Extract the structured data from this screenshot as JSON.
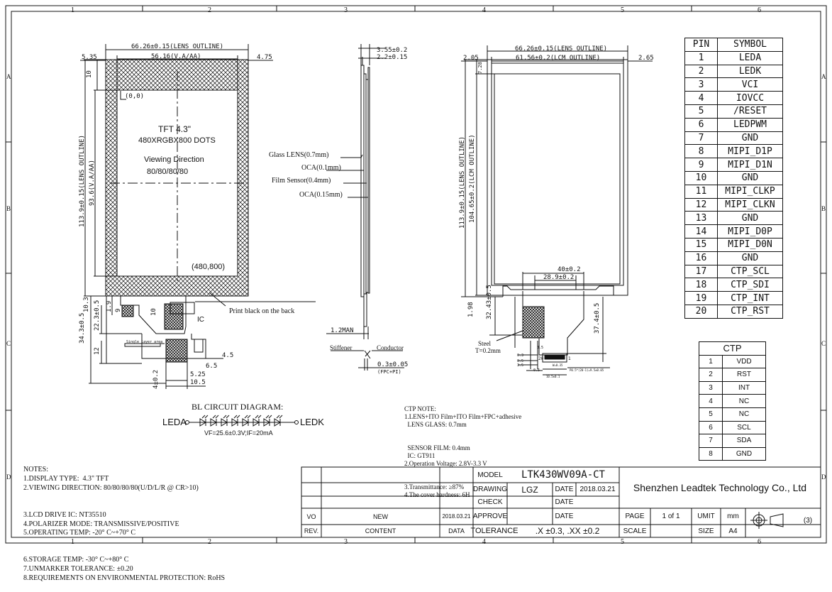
{
  "grid": {
    "cols": [
      "1",
      "2",
      "3",
      "4",
      "5",
      "6"
    ],
    "rows": [
      "A",
      "B",
      "C",
      "D"
    ]
  },
  "front_view": {
    "lens_outline": "66.26±0.15(LENS OUTLINE)",
    "va_aa": "56.16(V.A/AA)",
    "left_margin": "5.35",
    "right_margin": "4.75",
    "top_dim": "10",
    "origin": "(0,0)",
    "tft_size": "TFT 4.3\"",
    "resolution": "480XRGBX800 DOTS",
    "viewing_label": "Viewing Direction",
    "viewing_value": "80/80/80/80",
    "end_point": "(480,800)",
    "height_lens": "113.9±0.15(LENS OUTLINE)",
    "height_va": "93.6(V.A/AA)",
    "print_note": "Print black on the back",
    "fpc_total": "34.3±0.5",
    "fpc_22": "22.3±0.5",
    "fpc_10": "10.3",
    "fpc_1_9": "1.9",
    "fpc_12": "12",
    "fpc_9": "9",
    "fpc_10b": "10",
    "ic_label": "IC",
    "single_layer": "Single layer area",
    "d_4_5": "4.5",
    "d_6_5": "6.5",
    "d_5_25": "5.25",
    "d_10_5": "10.5",
    "d_4_0": "4±0.2"
  },
  "side_view": {
    "t1": "3.55±0.2",
    "t2": "2.2±0.15",
    "layers": [
      "Glass LENS(0.7mm)",
      "OCA(0.1mm)",
      "Film Sensor(0.4mm)",
      "OCA(0.15mm)"
    ],
    "max_label": "1.2MAN",
    "stiffener": "Stiffener",
    "conductor": "Conductor",
    "fpc_thk": "0.3±0.05",
    "fpc_pi": "(FPC+PI)"
  },
  "back_view": {
    "lens_outline": "66.26±0.15(LENS OUTLINE)",
    "lcm_outline": "61.56±0.2(LCM OUTLINE)",
    "left": "2.05",
    "right": "2.65",
    "top": "7.28",
    "h_lens": "113.9±0.15(LENS OUTLINE)",
    "h_lcm": "104.65±0.2(LCM OUTLINE)",
    "fpc_w1": "40±0.2",
    "fpc_w2": "28.9±0.2",
    "d198": "1.98",
    "d3243": "32.43±0.5",
    "d374": "37.4±0.5",
    "steel": "Steel",
    "steel_t": "T=0.2mm",
    "s1": "0.3",
    "s2": "0.5",
    "s3": "3.5",
    "s4": "0.5",
    "s5": "3.5",
    "conn_1": "1",
    "conn_20": "20",
    "w_035": "W=0.35",
    "pitch": "P0.5*(20-1)=9.5±0.05",
    "w_105": "10.5±0.1"
  },
  "pin_table": {
    "headers": [
      "PIN",
      "SYMBOL"
    ],
    "rows": [
      [
        "1",
        "LEDA"
      ],
      [
        "2",
        "LEDK"
      ],
      [
        "3",
        "VCI"
      ],
      [
        "4",
        "IOVCC"
      ],
      [
        "5",
        "/RESET"
      ],
      [
        "6",
        "LEDPWM"
      ],
      [
        "7",
        "GND"
      ],
      [
        "8",
        "MIPI_D1P"
      ],
      [
        "9",
        "MIPI_D1N"
      ],
      [
        "10",
        "GND"
      ],
      [
        "11",
        "MIPI_CLKP"
      ],
      [
        "12",
        "MIPI_CLKN"
      ],
      [
        "13",
        "GND"
      ],
      [
        "14",
        "MIPI_D0P"
      ],
      [
        "15",
        "MIPI_D0N"
      ],
      [
        "16",
        "GND"
      ],
      [
        "17",
        "CTP_SCL"
      ],
      [
        "18",
        "CTP_SDI"
      ],
      [
        "19",
        "CTP_INT"
      ],
      [
        "20",
        "CTP_RST"
      ]
    ]
  },
  "ctp_table": {
    "title": "CTP",
    "rows": [
      [
        "1",
        "VDD"
      ],
      [
        "2",
        "RST"
      ],
      [
        "3",
        "INT"
      ],
      [
        "4",
        "NC"
      ],
      [
        "5",
        "NC"
      ],
      [
        "6",
        "SCL"
      ],
      [
        "7",
        "SDA"
      ],
      [
        "8",
        "GND"
      ]
    ]
  },
  "bl_circuit": {
    "title": "BL CIRCUIT DIAGRAM:",
    "leda": "LEDA",
    "ledk": "LEDK",
    "params": "VF=25.6±0.3V;IF=20mA"
  },
  "ctp_note": [
    "CTP NOTE:",
    "1.LENS+ITO Film+ITO Film+FPC+adhesive",
    "  LENS GLASS: 0.7mm",
    "  SENSOR FILM: 0.4mm",
    "  IC: GT911",
    "2.Operation Voltage: 2.8V-3.3 V",
    "3.Transmittance: ≥87%",
    "4.The cover hardness: 6H"
  ],
  "notes": [
    "NOTES:",
    "1.DISPLAY TYPE:  4.3\" TFT",
    "2.VIEWING DIRECTION: 80/80/80/80(U/D/L/R @ CR>10)",
    "3.LCD DRIVE IC: NT35510",
    "4.POLARIZER MODE: TRANSMISSIVE/POSITIVE",
    "5.OPERATING TEMP: -20° C~+70° C",
    "6.STORAGE TEMP: -30° C~+80° C",
    "7.UNMARKER TOLERANCE: ±0.20",
    "8.REQUIREMENTS ON ENVIRONMENTAL PROTECTION: RoHS"
  ],
  "title_block": {
    "model_label": "MODEL",
    "model": "LTK430WV09A-CT",
    "drawing_label": "DRAWING",
    "drawing": "LGZ",
    "date_label": "DATE",
    "drawing_date": "2018.03.21",
    "check_label": "CHECK",
    "approve_label": "APPROVE",
    "tolerance_label": "TOLERANCE",
    "tolerance_value": ".X ±0.3, .XX ±0.2",
    "company": "Shenzhen Leadtek Technology Co., Ltd",
    "page_label": "PAGE",
    "page": "1 of 1",
    "unit_label": "UMIT",
    "unit": "mm",
    "scale_label": "SCALE",
    "size_label": "SIZE",
    "size": "A4",
    "angle": "(3)",
    "rev_row": [
      "VO",
      "NEW",
      "2018.03.21"
    ],
    "rev_head": [
      "REV.",
      "CONTENT",
      "DATA"
    ]
  }
}
